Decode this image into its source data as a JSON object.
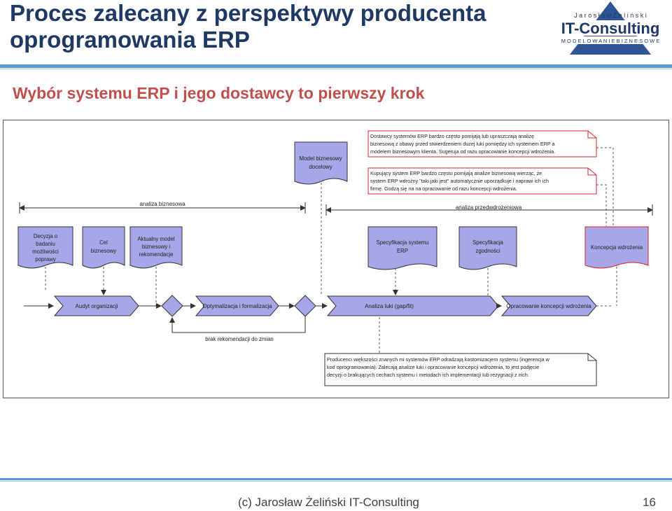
{
  "slide": {
    "title_line1": "Proces zalecany z perspektywy producenta",
    "title_line2": "oprogramowania ERP",
    "subtitle": "Wybór systemu ERP i jego dostawcy to pierwszy krok",
    "footer": "(c) Jarosław Żeliński IT-Consulting",
    "page_number": "16"
  },
  "logo": {
    "name": "J a r o s ł a w   Ż e l i ń s k i",
    "brand": "IT-Consulting",
    "tagline": "M O D E L O W A N I E   B I Z N E S O W E"
  },
  "colors": {
    "title": "#1f3864",
    "subtitle": "#c0504d",
    "shape_fill": "#a6a6e8",
    "shape_stroke": "#333333",
    "note_stroke_red": "#d9262c",
    "accent_line": "#5b9bd5"
  },
  "diagram": {
    "model_docelowy": [
      "Model biznesowy",
      "docelowy"
    ],
    "note_top1": [
      "Dostawcy systemów ERP bardzo często pomijają lub upraszczają analizę",
      "biznesową z obawy przed stwierdzeniem dużej luki pomiędzy ich systemem ERP a",
      "modelem biznesowym klienta. Sugeruja od razu opracowanie koncepcji wdrożenia."
    ],
    "note_top2": [
      "Kupujący system ERP bardzo często pomijają analize biznesową wierząc, że",
      "system ERP wdrożny \"taki jaki jest\" automatycznie uporządkuje i naprawi ich ich",
      "firmę. Godzą się na na opracowanie od razu koncepcji wdrożenia."
    ],
    "range_left": "analiza biznesowa",
    "range_right": "analiza przedwdrożeniowa",
    "docs": [
      [
        "Decyzja o",
        "badaniu",
        "możliwości",
        "poprawy"
      ],
      [
        "Cel",
        "biznesowy"
      ],
      [
        "Aktualny model",
        "biznesowy i",
        "rekomendacje"
      ],
      [
        "Specyfikacja systemu",
        "ERP"
      ],
      [
        "Specyfikacja",
        "zgodności"
      ],
      [
        "Koncepcja wdrożenia"
      ]
    ],
    "processes": [
      "Audyt organizacji",
      "Optymalizacja i formalizacja",
      "Analiza luki (gap/fit)",
      "Opracowanie koncepcji wdrożenia"
    ],
    "loop_label": "brak rekomendacji do zmian",
    "note_bottom": [
      "Producenci większości znanych mi systemów ERP odradzają kastomizacjem systemu (ingerencja w",
      "kod oprogramowania). Zalecają analize luki i opracowanie koncepcji wdrożenia, to jest podjęcie",
      "decyzji o brakujących cechach systemu i metodach ich implementacji lub rezygnacji z nich."
    ]
  }
}
